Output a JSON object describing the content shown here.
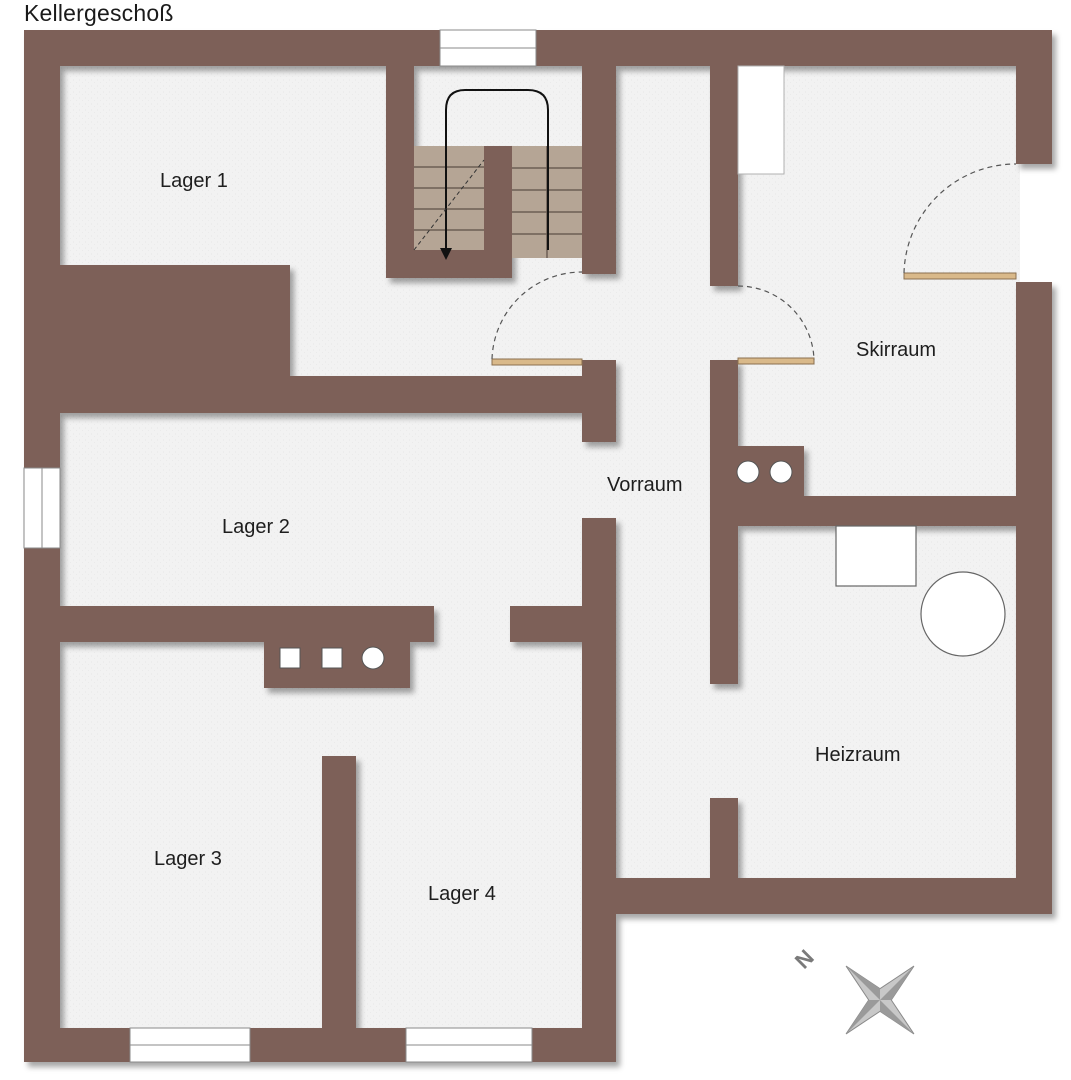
{
  "title": "Kellergeschoß",
  "rooms": {
    "lager1": "Lager 1",
    "lager2": "Lager 2",
    "lager3": "Lager 3",
    "lager4": "Lager 4",
    "vorraum": "Vorraum",
    "skirraum": "Skirraum",
    "heizraum": "Heizraum"
  },
  "compass": {
    "north_letter": "N",
    "icon": "compass-star-icon"
  },
  "colors": {
    "wall": "#7d6159",
    "floor": "#f2f2f2",
    "stairs": "#b5a595",
    "door": "#d9b98a",
    "window": "#ffffff"
  }
}
